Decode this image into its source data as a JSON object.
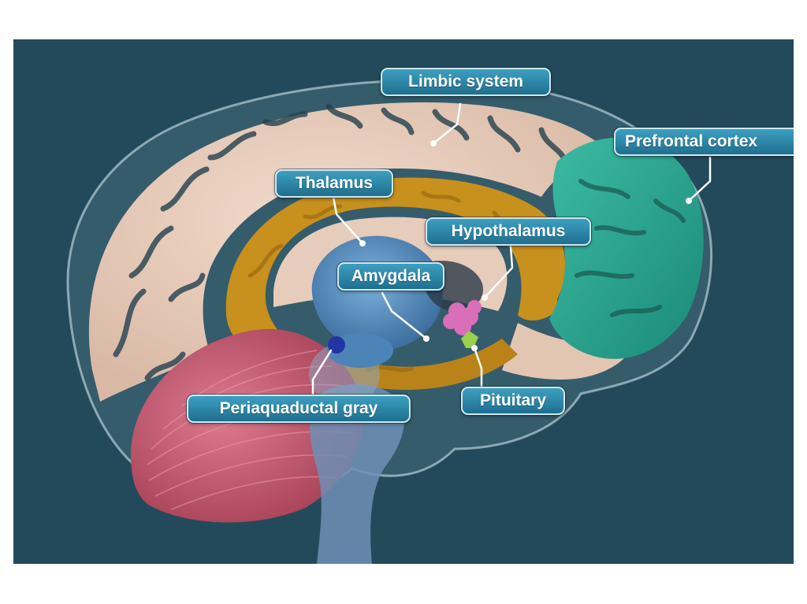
{
  "labels": {
    "limbic_system": "Limbic system",
    "prefrontal_cortex": "Prefrontal cortex",
    "thalamus": "Thalamus",
    "hypothalamus": "Hypothalamus",
    "amygdala": "Amygdala",
    "periaqueductal_gray": "Periaquaductal gray",
    "pituitary": "Pituitary"
  },
  "colors": {
    "background": "#234a5a",
    "cortex": "#e8cfbe",
    "limbic": "#c8901c",
    "prefrontal": "#2aa38e",
    "thalamus": "#5a8fbf",
    "cerebellum": "#c85a73",
    "brainstem": "#6f8fb5",
    "pituitary": "#9bd04a",
    "hypothalamus": "#d96fb8",
    "label_fill": "#2b87aa",
    "label_border": "#cfe8f0"
  }
}
